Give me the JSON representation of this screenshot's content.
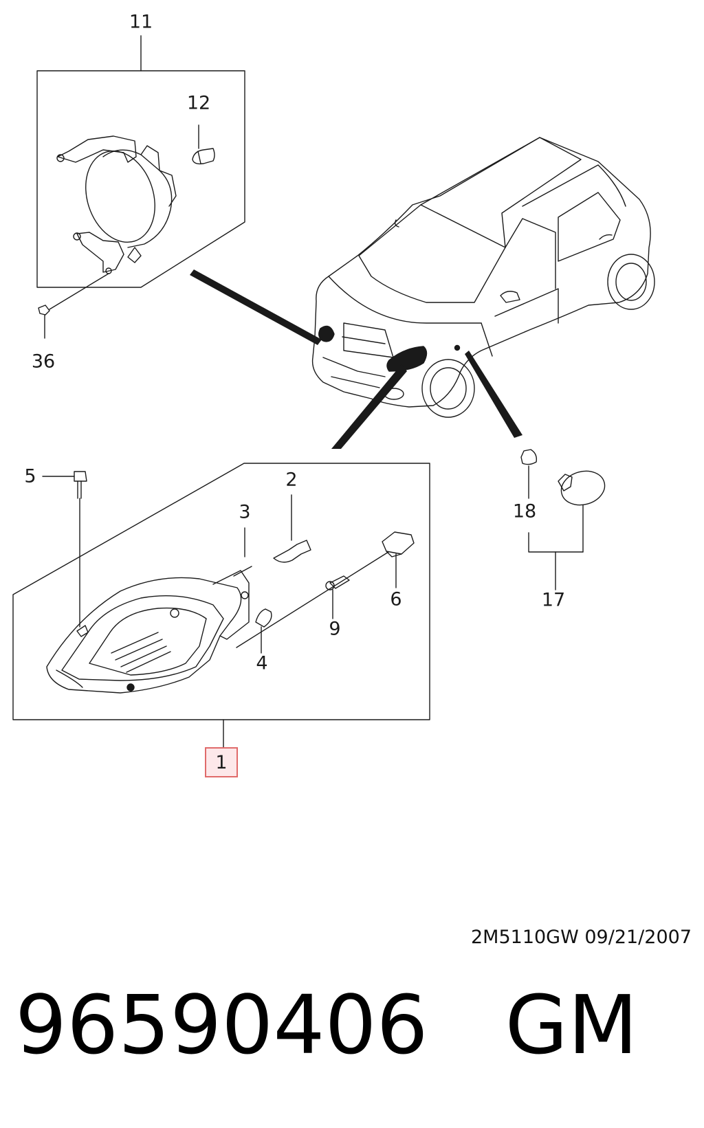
{
  "callouts": {
    "c11": "11",
    "c12": "12",
    "c36": "36",
    "c5": "5",
    "c2": "2",
    "c3": "3",
    "c6": "6",
    "c9": "9",
    "c4": "4",
    "c1": "1",
    "c18": "18",
    "c17": "17"
  },
  "footer": {
    "doc_code": "2M5110GW  09/21/2007",
    "part_number": "96590406",
    "brand": "GM"
  },
  "colors": {
    "line": "#1a1a1a",
    "highlight_border": "#e06a6a",
    "highlight_fill": "#fde8ea"
  }
}
